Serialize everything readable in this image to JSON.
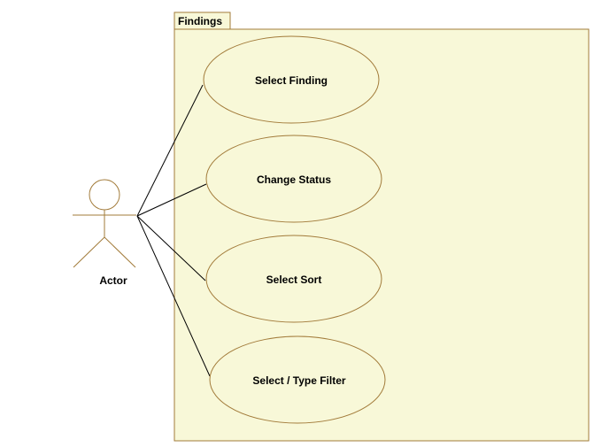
{
  "colors": {
    "package_fill": "#f8f8d8",
    "outline": "#a27b3a",
    "connector": "#000000",
    "text": "#000000"
  },
  "package": {
    "name": "Findings"
  },
  "actor": {
    "name": "Actor"
  },
  "use_cases": [
    {
      "label": "Select Finding"
    },
    {
      "label": "Change Status"
    },
    {
      "label": "Select Sort"
    },
    {
      "label": "Select / Type Filter"
    }
  ]
}
